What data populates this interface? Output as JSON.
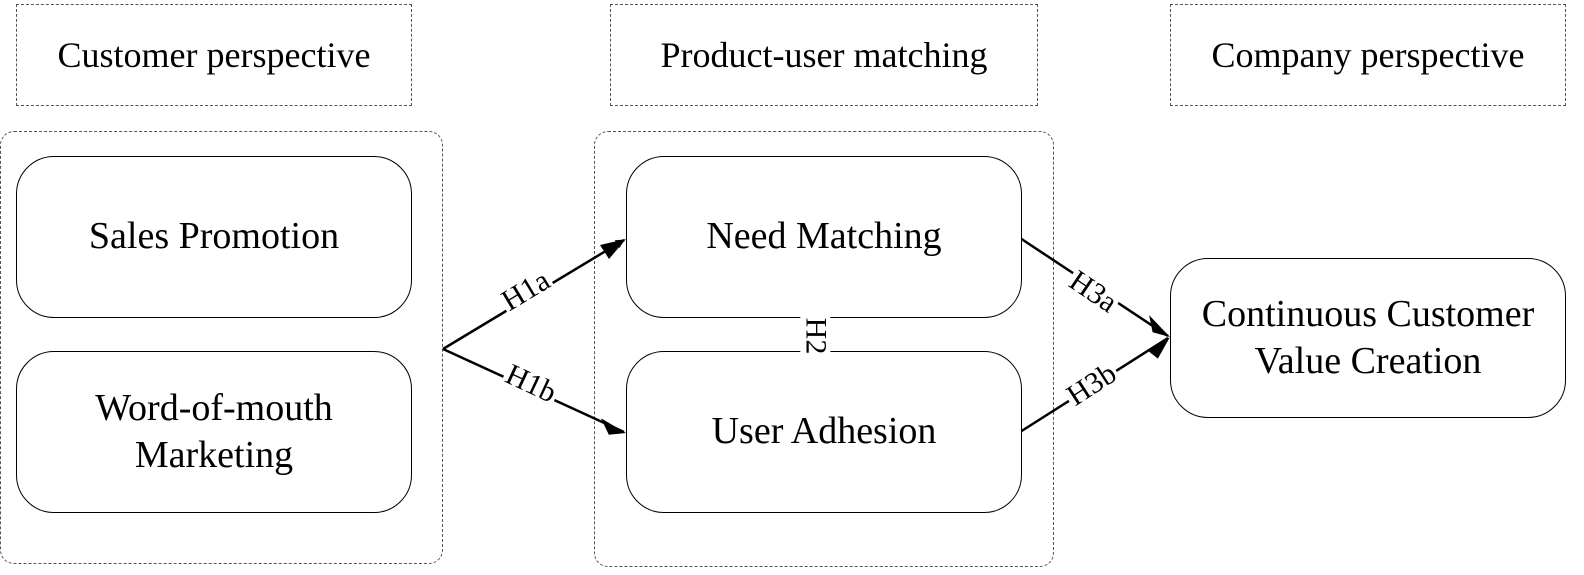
{
  "headers": {
    "customer": "Customer perspective",
    "product": "Product-user matching",
    "company": "Company perspective"
  },
  "nodes": {
    "sales_promotion": "Sales Promotion",
    "wom_line1": "Word-of-mouth",
    "wom_line2": "Marketing",
    "need_matching": "Need Matching",
    "user_adhesion": "User Adhesion",
    "value_line1": "Continuous Customer",
    "value_line2": "Value Creation"
  },
  "edges": {
    "h1a": "H1a",
    "h1b": "H1b",
    "h2": "H2",
    "h3a": "H3a",
    "h3b": "H3b"
  }
}
